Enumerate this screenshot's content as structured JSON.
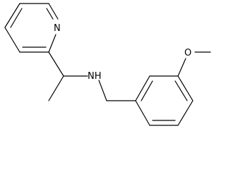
{
  "molecule": {
    "atom_labels": {
      "pyridine_nitrogen": "N",
      "amine": "NH",
      "methoxy_oxygen": "O"
    },
    "colors": {
      "bond": "#000000",
      "label": "#000000",
      "background": "#ffffff"
    }
  }
}
